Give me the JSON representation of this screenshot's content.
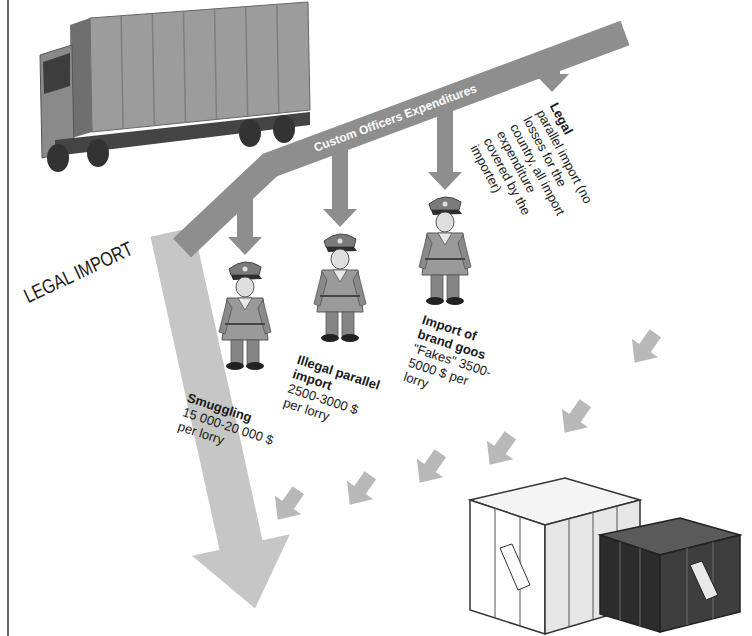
{
  "diagram": {
    "nodes": [
      {
        "text": [
          "Custom Officers Expenditures"
        ]
      }
    ],
    "labels": [
      "LEGAL IMPORT",
      "Smuggling",
      "15 000-20 000 $ per lorry",
      "Illegal parallel import",
      "2500-3000 $ per lorry",
      "Import of brand goos",
      "\"Fakes\" 3500-5000 $ per lorry",
      "Legal",
      "parallel import (no losses for the country, all import expenditure covered by the importer)"
    ]
  }
}
